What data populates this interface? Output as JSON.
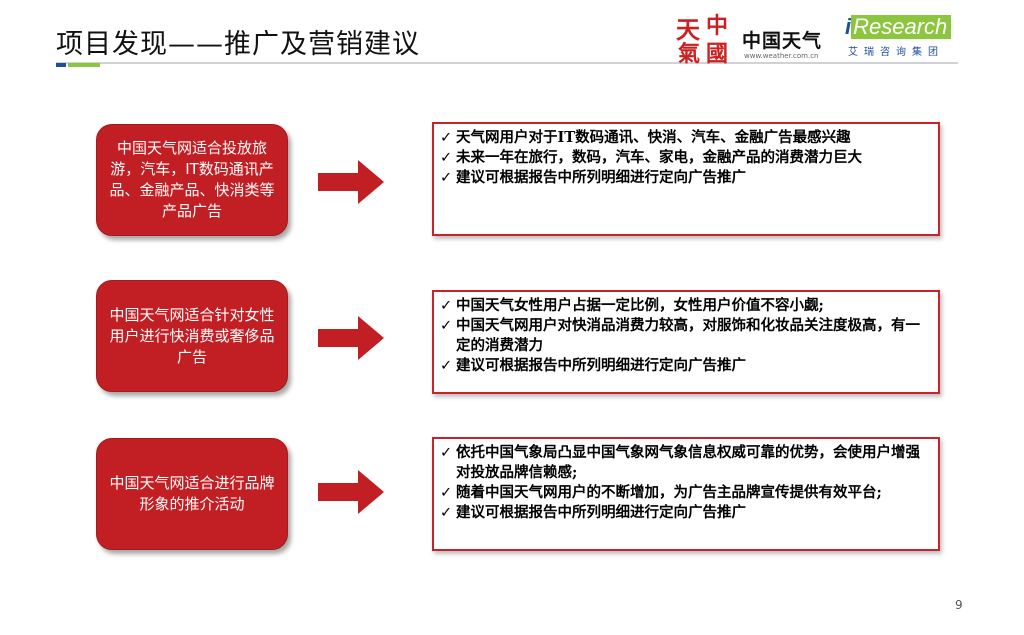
{
  "header": {
    "title": "项目发现——推广及营销建议",
    "weather_logo": {
      "seal_glyphs": [
        "天",
        "中",
        "氣",
        "國"
      ],
      "name": "中国天气",
      "url": "www.weather.com.cn"
    },
    "iresearch_logo": {
      "i": "i",
      "word": "Research",
      "subtitle": "艾瑞咨询集团"
    }
  },
  "rows": [
    {
      "left_text": "中国天气网适合投放旅游，汽车，IT数码通讯产品、金融产品、快消类等产品广告",
      "bullets": [
        "天气网用户对于IT数码通讯、快消、汽车、金融广告最感兴趣",
        "未来一年在旅行，数码，汽车、家电，金融产品的消费潜力巨大",
        "建议可根据报告中所列明细进行定向广告推广"
      ]
    },
    {
      "left_text": "中国天气网适合针对女性用户进行快消费或奢侈品广告",
      "bullets": [
        "中国天气女性用户占据一定比例，女性用户价值不容小觑;",
        "中国天气网用户对快消品消费力较高，对服饰和化妆品关注度极高，有一定的消费潜力",
        "建议可根据报告中所列明细进行定向广告推广"
      ]
    },
    {
      "left_text": "中国天气网适合进行品牌形象的推介活动",
      "bullets": [
        "依托中国气象局凸显中国气象网气象信息权威可靠的优势，会使用户增强对投放品牌信赖感;",
        "随着中国天气网用户的不断增加，为广告主品牌宣传提供有效平台;",
        "建议可根据报告中所列明细进行定向广告推广"
      ]
    }
  ],
  "check_glyph": "✓",
  "colors": {
    "accent_red": "#c21f24",
    "border_red": "#c8232b",
    "brand_blue": "#1f4e9c",
    "brand_green": "#8cc63f"
  },
  "page_number": "9"
}
